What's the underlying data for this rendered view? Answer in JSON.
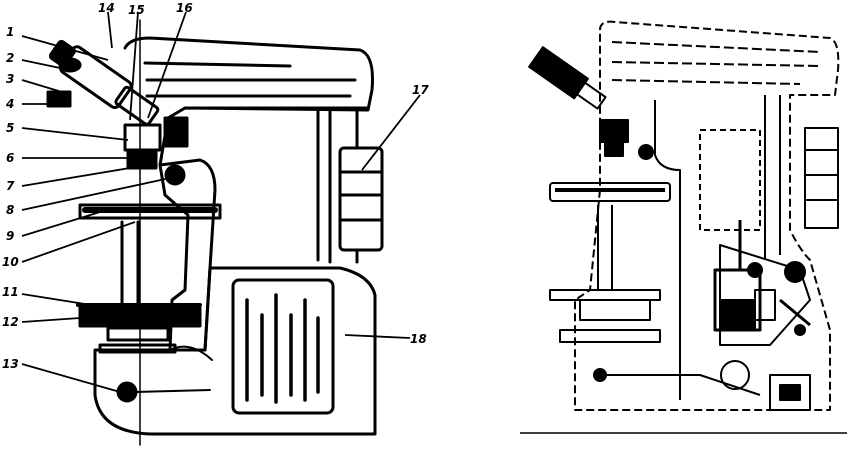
{
  "figure": {
    "callout_labels": [
      "1",
      "2",
      "3",
      "4",
      "5",
      "6",
      "7",
      "8",
      "9",
      "10",
      "11",
      "12",
      "13",
      "14",
      "15",
      "16",
      "17",
      "18"
    ]
  },
  "colors": {
    "ink": "#000000",
    "paper": "#ffffff",
    "grey": "#555555"
  }
}
